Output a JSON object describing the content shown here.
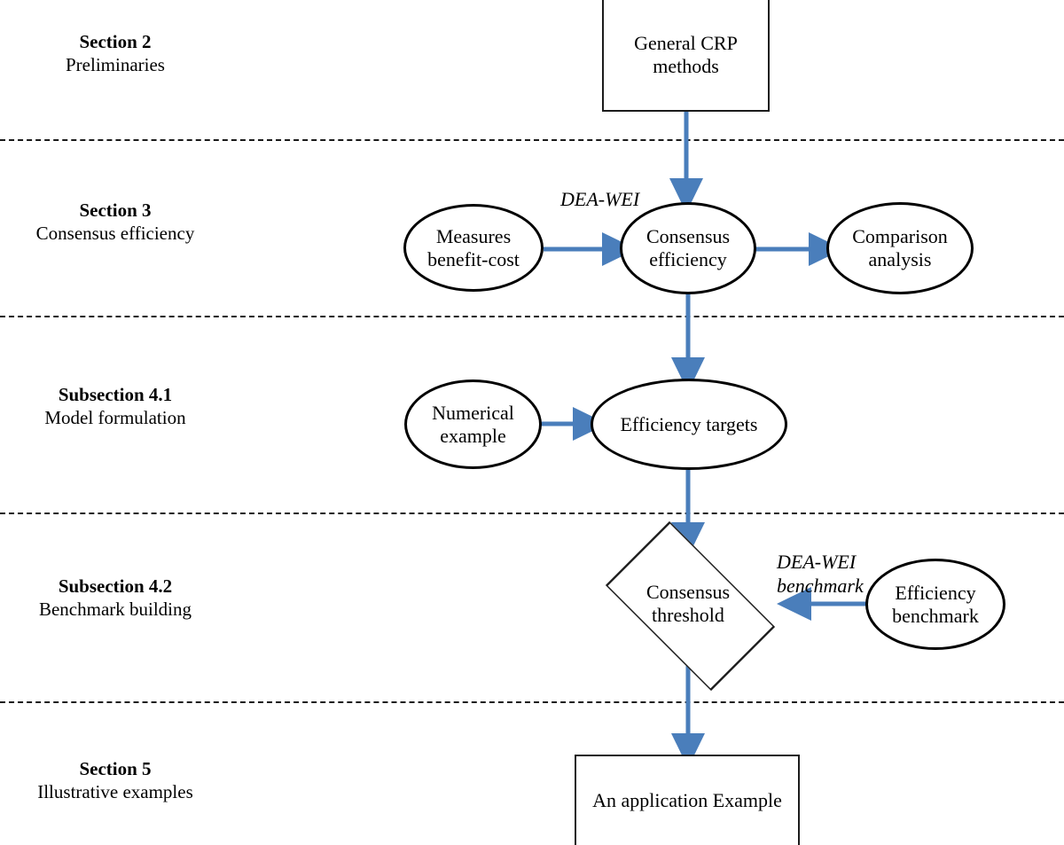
{
  "figure": {
    "type": "flowchart",
    "accent_color": "#4a7ebb",
    "outline_color": "#000000",
    "background": "#ffffff"
  },
  "sections": [
    {
      "title": "Section 2",
      "subtitle": "Preliminaries"
    },
    {
      "title": "Section 3",
      "subtitle": "Consensus\nefficiency"
    },
    {
      "title": "Subsection 4.1",
      "subtitle": "Model\nformulation"
    },
    {
      "title": "Subsection 4.2",
      "subtitle": "Benchmark\nbuilding"
    },
    {
      "title": "Section 5",
      "subtitle": "Illustrative\nexamples"
    }
  ],
  "nodes": {
    "general_crp": "General CRP\nmethods",
    "measures_benefit_cost": "Measures\nbenefit-cost",
    "consensus_efficiency": "Consensus\nefficiency",
    "comparison_analysis": "Comparison\nanalysis",
    "numerical_example": "Numerical\nexample",
    "efficiency_targets": "Efficiency targets",
    "consensus_threshold": "Consensus\nthreshold",
    "efficiency_benchmark": "Efficiency\nbenchmark",
    "application_example": "An application Example"
  },
  "edge_labels": {
    "dea_wei": "DEA-WEI",
    "dea_wei_benchmark": "DEA-WEI\nbenchmark"
  }
}
